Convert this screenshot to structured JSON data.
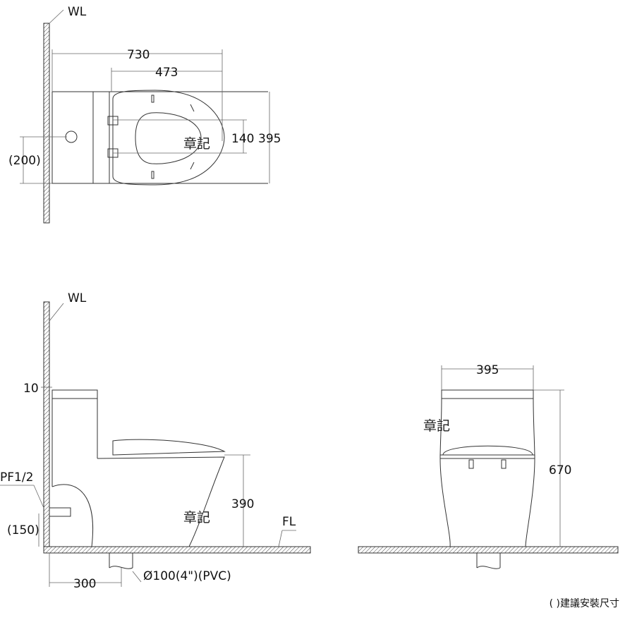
{
  "labels": {
    "wall_line": "WL",
    "floor_line": "FL",
    "mark": "章記",
    "note": "( )建議安裝尺寸"
  },
  "top_view": {
    "overall_length": "730",
    "seat_length": "473",
    "seat_hinge_spacing": "140",
    "overall_width": "395",
    "water_inlet_offset": "(200)"
  },
  "side_view": {
    "tank_gap": "10",
    "inlet_thread": "PF1/2",
    "inlet_height": "(150)",
    "seat_height": "390",
    "rough_in": "300",
    "drain": "Ø100(4\")(PVC)"
  },
  "front_view": {
    "width": "395",
    "height": "670"
  }
}
